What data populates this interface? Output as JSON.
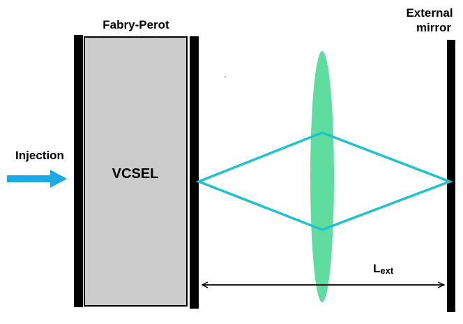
{
  "labels": {
    "fabry_perot": "Fabry-Perot",
    "external_line1": "External",
    "external_line2": "mirror",
    "injection": "Injection",
    "vcsel": "VCSEL",
    "lext_main": "L",
    "lext_sub": "ext"
  },
  "colors": {
    "mirror": "#000000",
    "vcsel_fill": "#cccccc",
    "vcsel_border": "#000000",
    "injection_arrow": "#1aaae6",
    "beam": "#1fc3cc",
    "lens": "#5fdd9e",
    "dimension_line": "#000000"
  },
  "icons": {
    "injection_arrow": "right-arrow",
    "dimension_arrow": "double-headed-arrow"
  }
}
